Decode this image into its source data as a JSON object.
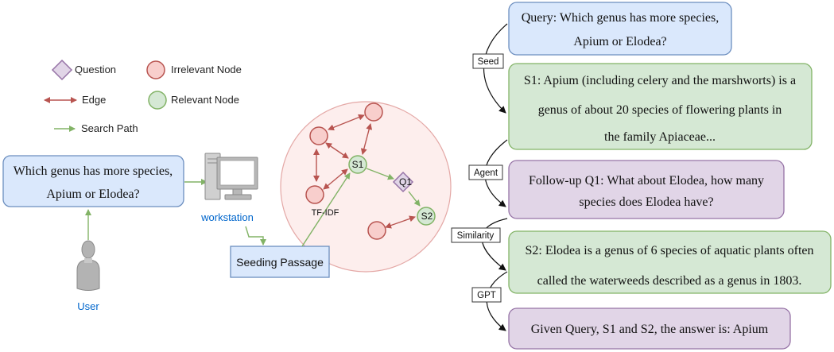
{
  "legend": {
    "question": "Question",
    "irrelevant_node": "Irrelevant Node",
    "edge": "Edge",
    "relevant_node": "Relevant Node",
    "search_path": "Search Path"
  },
  "user_question": {
    "line1": "Which genus has more species,",
    "line2": "Apium or Elodea?"
  },
  "actors": {
    "workstation": "workstation",
    "user": "User"
  },
  "seeding_passage": "Seeding Passage",
  "graph": {
    "s1": "S1",
    "s2": "S2",
    "q1": "Q1",
    "tfidf": "TF-IDF"
  },
  "steps": {
    "seed": "Seed",
    "agent": "Agent",
    "similarity": "Similarity",
    "gpt": "GPT"
  },
  "boxes": {
    "query": {
      "line1": "Query: Which genus has more species,",
      "line2": "Apium or Elodea?"
    },
    "s1_passage": {
      "line1": "S1: Apium (including celery and the marshworts) is a",
      "line2": "genus of about 20 species of flowering plants in",
      "line3": "the family Apiaceae..."
    },
    "followup": {
      "line1": "Follow-up Q1: What about Elodea, how many",
      "line2": "species does Elodea have?"
    },
    "s2_passage": {
      "line1": "S2: Elodea is a genus of 6 species of aquatic plants often",
      "line2": "called the waterweeds described as a genus in 1803."
    },
    "answer": {
      "line1": "Given Query, S1 and S2, the answer is: Apium"
    }
  },
  "colors": {
    "blue_fill": "#dae8fc",
    "blue_stroke": "#6c8ebf",
    "green_fill": "#d5e8d4",
    "green_stroke": "#82b366",
    "purple_fill": "#e1d5e7",
    "purple_stroke": "#9673a6",
    "red_fill": "#f8cecc",
    "red_stroke": "#b85450",
    "edge_red": "#b85450",
    "path_green": "#82b366",
    "link_blue": "#0066cc"
  }
}
